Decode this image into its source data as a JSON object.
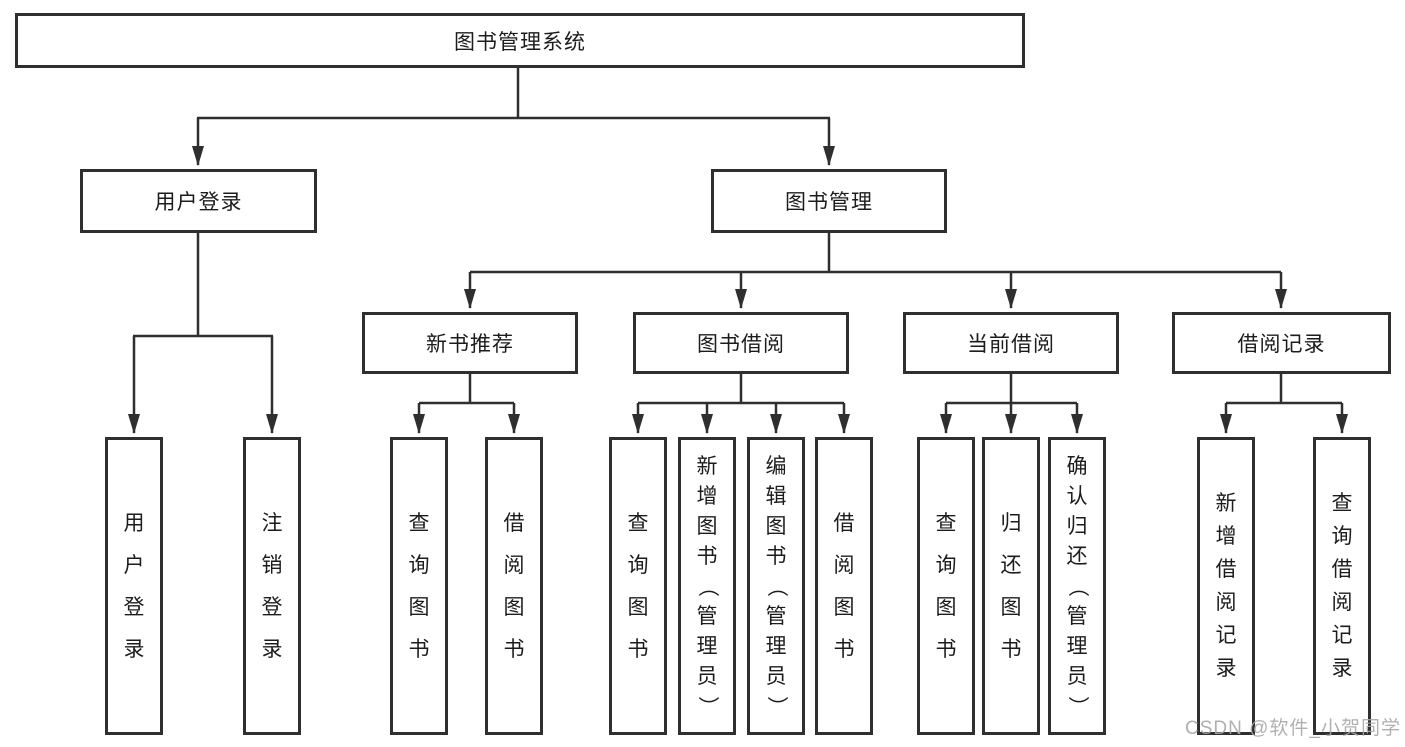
{
  "diagram_title": "图书管理系统",
  "colors": {
    "line": "#2f2f2f",
    "text": "#1c1c1c",
    "watermark": "#a8a8a8",
    "background": "#ffffff"
  },
  "tree": {
    "root": {
      "label": "图书管理系统"
    },
    "children": [
      {
        "label": "用户登录",
        "children": [
          {
            "label": "用户登录"
          },
          {
            "label": "注销登录"
          }
        ]
      },
      {
        "label": "图书管理",
        "children": [
          {
            "label": "新书推荐",
            "children": [
              {
                "label": "查询图书"
              },
              {
                "label": "借阅图书"
              }
            ]
          },
          {
            "label": "图书借阅",
            "children": [
              {
                "label": "查询图书"
              },
              {
                "label": "新增图书（管理员）"
              },
              {
                "label": "编辑图书（管理员）"
              },
              {
                "label": "借阅图书"
              }
            ]
          },
          {
            "label": "当前借阅",
            "children": [
              {
                "label": "查询图书"
              },
              {
                "label": "归还图书"
              },
              {
                "label": "确认归还（管理员）"
              }
            ]
          },
          {
            "label": "借阅记录",
            "children": [
              {
                "label": "新增借阅记录"
              },
              {
                "label": "查询借阅记录"
              }
            ]
          }
        ]
      }
    ]
  },
  "watermark": {
    "text": "CSDN @软件_小贺同学"
  }
}
